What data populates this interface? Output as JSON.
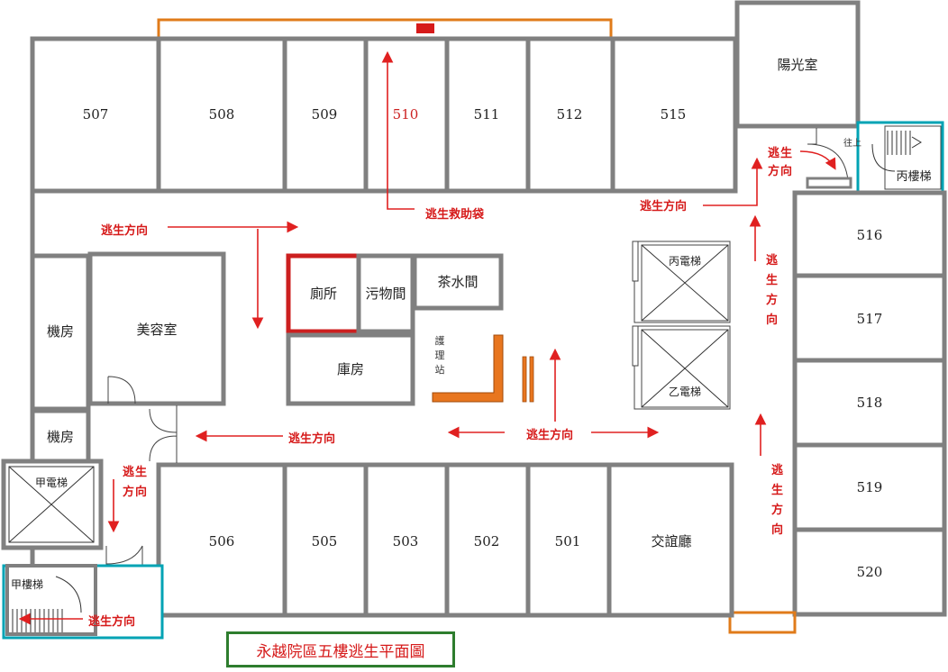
{
  "title": "永越院區五樓逃生平面圖",
  "rooms_top": [
    "507",
    "508",
    "509",
    "510",
    "511",
    "512",
    "515"
  ],
  "rooms_bottom": [
    "506",
    "505",
    "503",
    "502",
    "501",
    "交誼廳"
  ],
  "rooms_right": [
    "516",
    "517",
    "518",
    "519",
    "520"
  ],
  "sunroom": "陽光室",
  "stair_c": "丙樓梯",
  "stair_c_up": "往上",
  "stair_a": "甲樓梯",
  "machine_room": "機房",
  "beauty_room": "美容室",
  "toilet": "廁所",
  "dirty_room": "污物間",
  "tea_room": "茶水間",
  "storage": "庫房",
  "nurse_station": [
    "護",
    "理",
    "站"
  ],
  "elevator_c": "丙電梯",
  "elevator_b": "乙電梯",
  "elevator_a": "甲電梯",
  "escape_direction": "逃生方向",
  "escape_chute": "逃生救助袋",
  "escape_vertical": [
    "逃",
    "生",
    "方",
    "向"
  ],
  "escape_vertical2": [
    "逃",
    "生",
    "方",
    "向"
  ],
  "escape_short": [
    "逃",
    "生",
    "方",
    "向"
  ],
  "colors": {
    "wall": "#808080",
    "arrow": "#e02020",
    "label_red": "#d61a1a",
    "stair_teal": "#00a3b4",
    "orange": "#e07b1a",
    "border_green": "#2e7d2e"
  }
}
